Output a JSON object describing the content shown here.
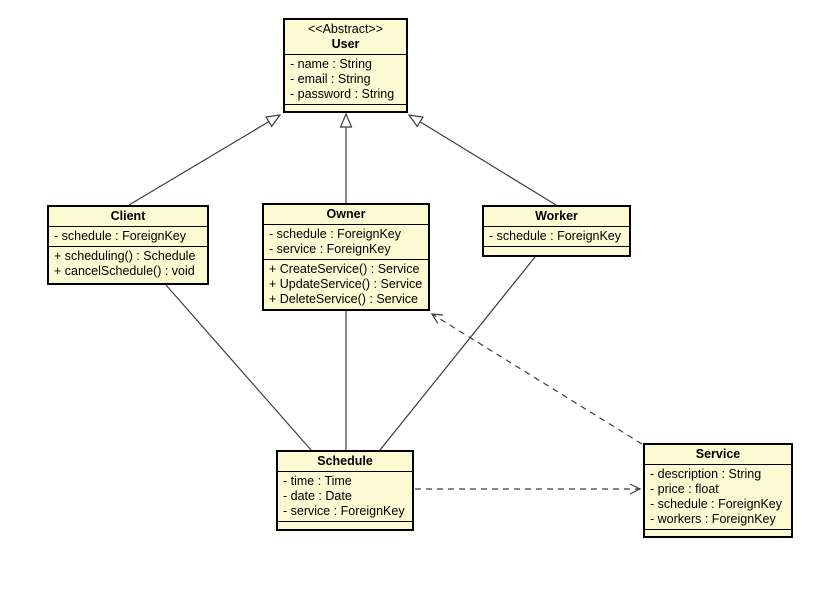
{
  "diagram": {
    "type": "uml-class-diagram",
    "box_fill_color": "#FCFAD2",
    "border_color": "#000000",
    "line_color": "#3d3d3d",
    "classes": [
      {
        "id": "user",
        "stereotype": "<<Abstract>>",
        "name": "User",
        "attributes": [
          "- name : String",
          "- email : String",
          "- password : String"
        ],
        "methods": []
      },
      {
        "id": "client",
        "stereotype": "",
        "name": "Client",
        "attributes": [
          "- schedule : ForeignKey"
        ],
        "methods": [
          "+ scheduling() : Schedule",
          "+ cancelSchedule() : void"
        ]
      },
      {
        "id": "owner",
        "stereotype": "",
        "name": "Owner",
        "attributes": [
          "- schedule : ForeignKey",
          "- service : ForeignKey"
        ],
        "methods": [
          "+ CreateService() : Service",
          "+ UpdateService() : Service",
          "+ DeleteService() : Service"
        ]
      },
      {
        "id": "worker",
        "stereotype": "",
        "name": "Worker",
        "attributes": [
          "- schedule : ForeignKey"
        ],
        "methods": []
      },
      {
        "id": "schedule",
        "stereotype": "",
        "name": "Schedule",
        "attributes": [
          "- time : Time",
          "- date : Date",
          "- service : ForeignKey"
        ],
        "methods": []
      },
      {
        "id": "service",
        "stereotype": "",
        "name": "Service",
        "attributes": [
          "- description : String",
          "- price : float",
          "- schedule : ForeignKey",
          "- workers : ForeignKey"
        ],
        "methods": []
      }
    ],
    "relationships": [
      {
        "type": "generalization",
        "from": "Client",
        "to": "User",
        "line": "solid",
        "arrow": "hollow-triangle"
      },
      {
        "type": "generalization",
        "from": "Owner",
        "to": "User",
        "line": "solid",
        "arrow": "hollow-triangle"
      },
      {
        "type": "generalization",
        "from": "Worker",
        "to": "User",
        "line": "solid",
        "arrow": "hollow-triangle"
      },
      {
        "type": "association",
        "from": "Client",
        "to": "Schedule",
        "line": "solid",
        "arrow": "none"
      },
      {
        "type": "association",
        "from": "Owner",
        "to": "Schedule",
        "line": "solid",
        "arrow": "none"
      },
      {
        "type": "association",
        "from": "Worker",
        "to": "Schedule",
        "line": "solid",
        "arrow": "none"
      },
      {
        "type": "dependency",
        "from": "Schedule",
        "to": "Service",
        "line": "dashed",
        "arrow": "open"
      },
      {
        "type": "dependency",
        "from": "Service",
        "to": "Owner",
        "line": "dashed",
        "arrow": "open"
      }
    ]
  }
}
